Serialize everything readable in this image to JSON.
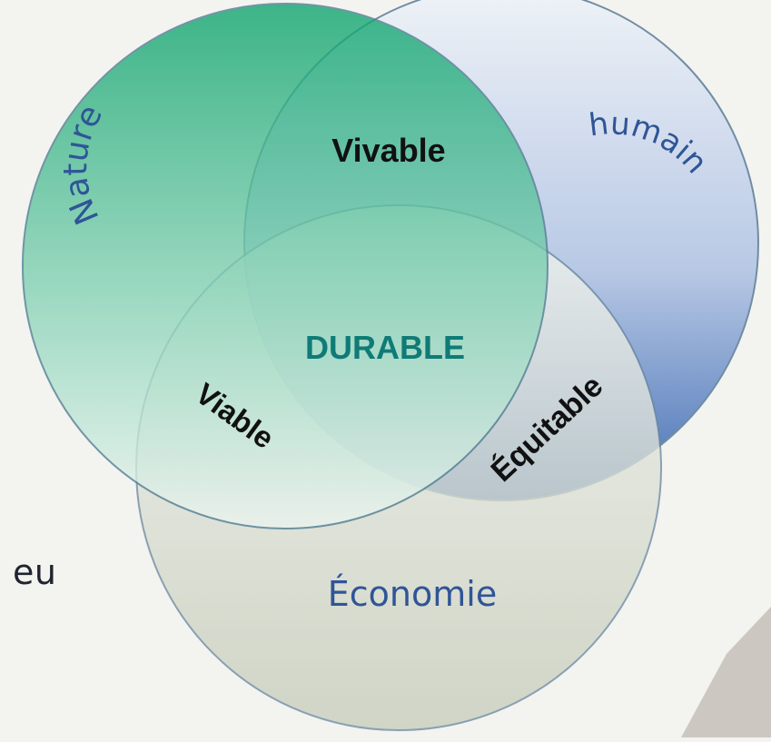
{
  "diagram": {
    "circles": [
      {
        "label": "Nature",
        "top_color": "#0aa36b",
        "bottom_color": "#eef5f1"
      },
      {
        "label": "humain",
        "top_color": "#eff3f8",
        "bottom_color": "#3f6bb3"
      },
      {
        "label": "Économie",
        "top_color": "#f3f5f1",
        "bottom_color": "#c7cdbb"
      }
    ],
    "intersections": {
      "nature_humain": "Vivable",
      "nature_economie": "Viable",
      "humain_economie": "Équitable",
      "center": "DURABLE"
    },
    "colors": {
      "circle_label": "#2f5597",
      "intersection_label": "#111111",
      "center_label": "#0f7b76",
      "outline": "#6c8aa1"
    }
  },
  "partial_text": "eu"
}
